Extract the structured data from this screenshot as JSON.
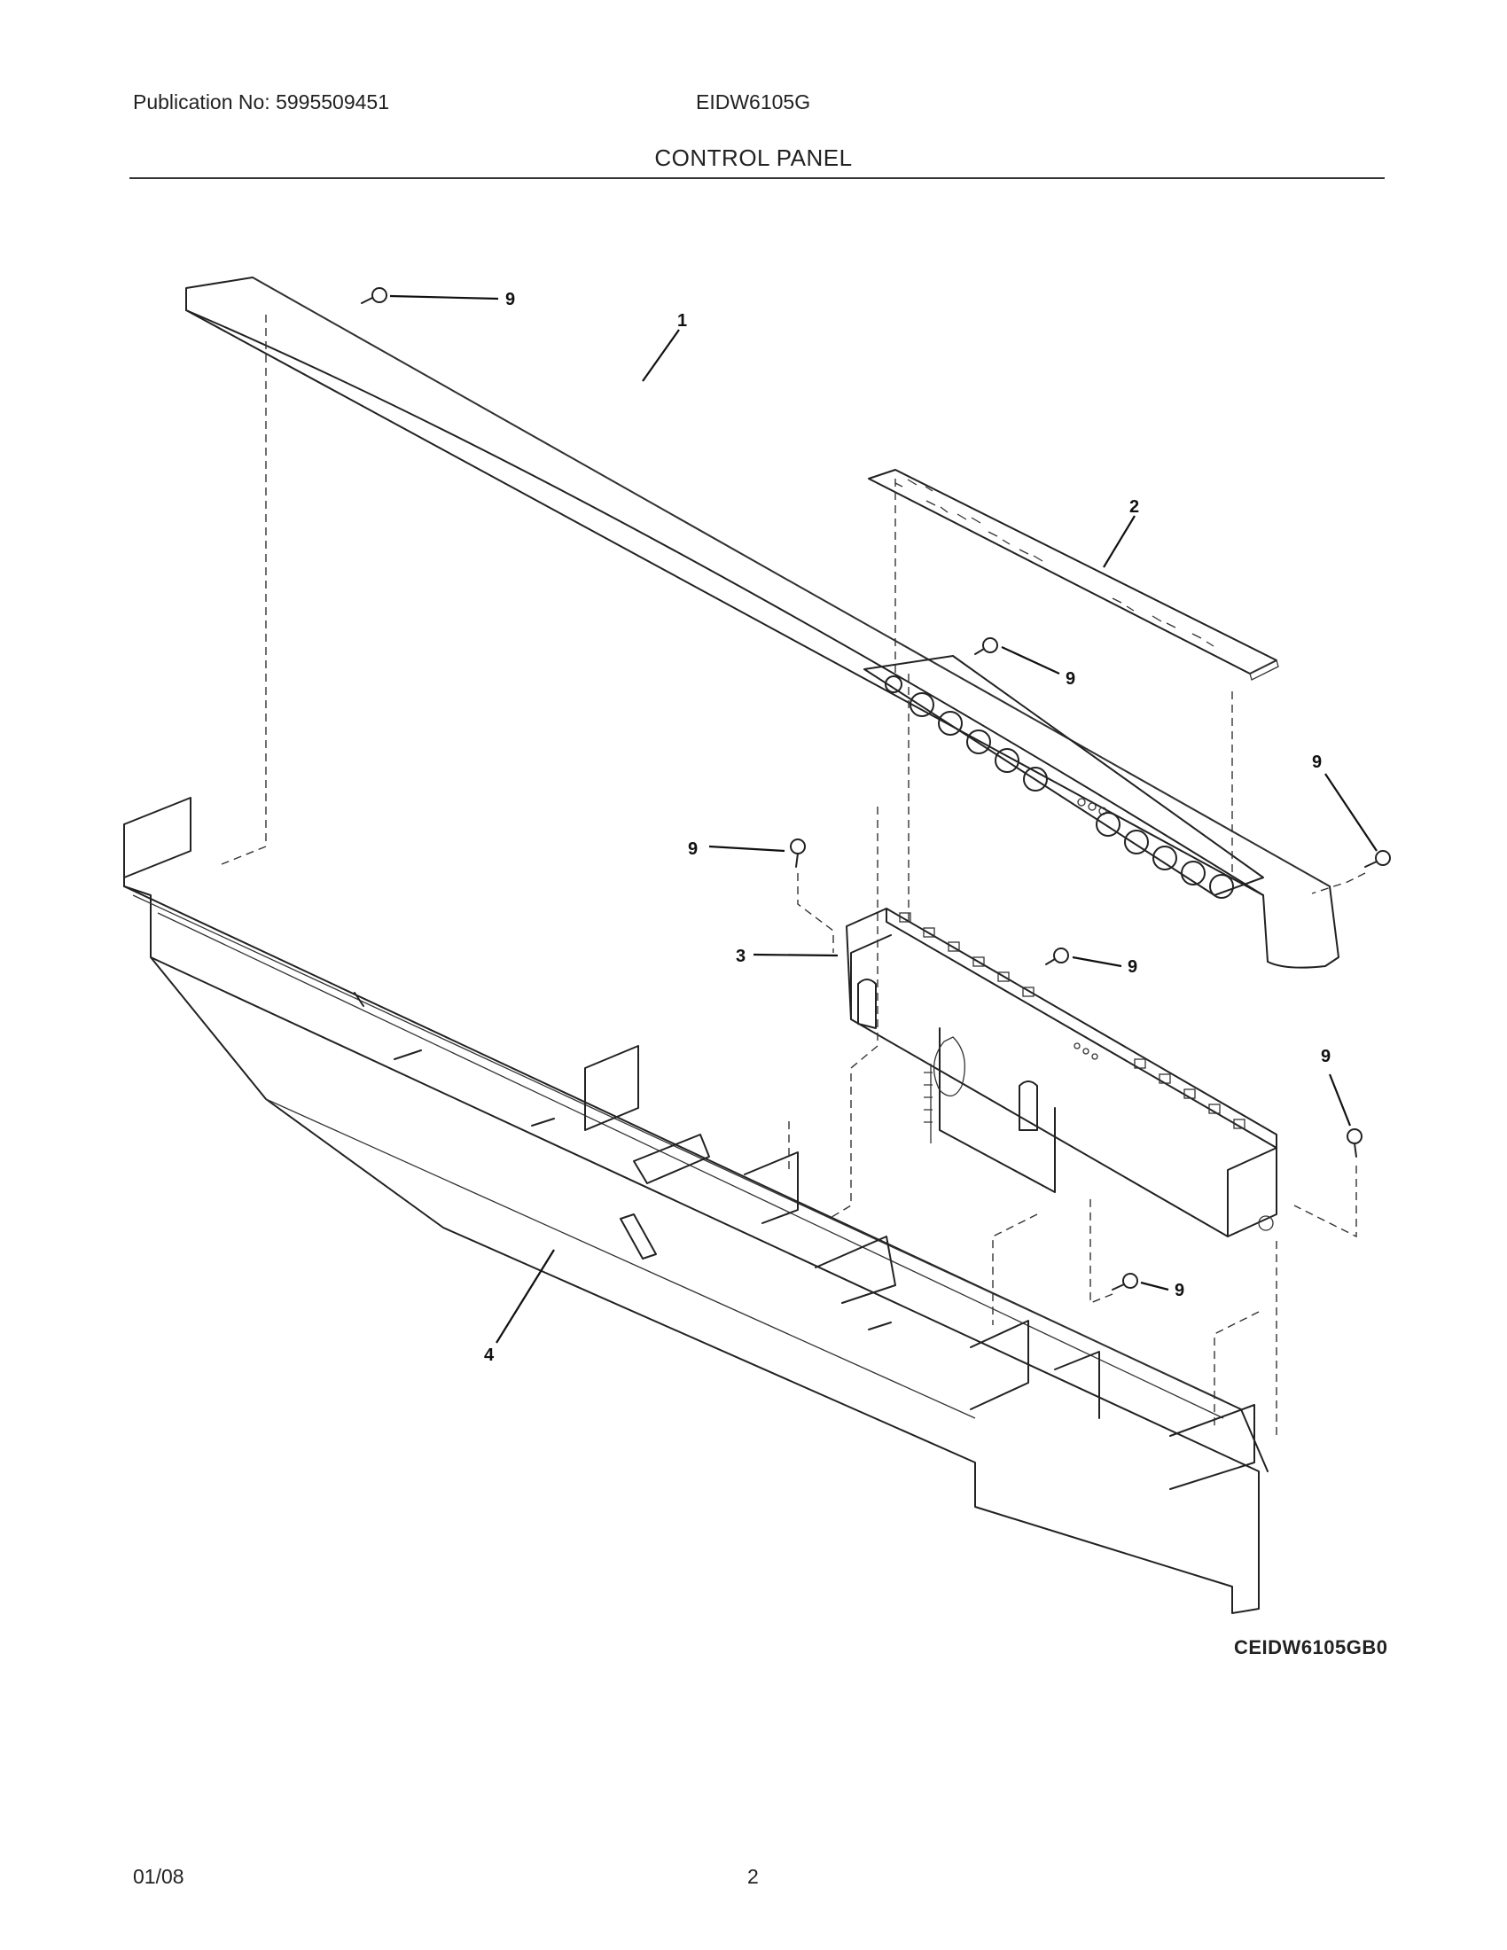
{
  "header": {
    "publication": "Publication No: 5995509451",
    "model": "EIDW6105G",
    "title": "CONTROL PANEL"
  },
  "diagram": {
    "callouts": [
      {
        "id": "c1",
        "label": "1"
      },
      {
        "id": "c2",
        "label": "2"
      },
      {
        "id": "c3",
        "label": "3"
      },
      {
        "id": "c4",
        "label": "4"
      },
      {
        "id": "c9a",
        "label": "9"
      },
      {
        "id": "c9b",
        "label": "9"
      },
      {
        "id": "c9c",
        "label": "9"
      },
      {
        "id": "c9d",
        "label": "9"
      },
      {
        "id": "c9e",
        "label": "9"
      },
      {
        "id": "c9f",
        "label": "9"
      },
      {
        "id": "c9g",
        "label": "9"
      }
    ],
    "code": "CEIDW6105GB0"
  },
  "footer": {
    "date": "01/08",
    "page": "2"
  }
}
